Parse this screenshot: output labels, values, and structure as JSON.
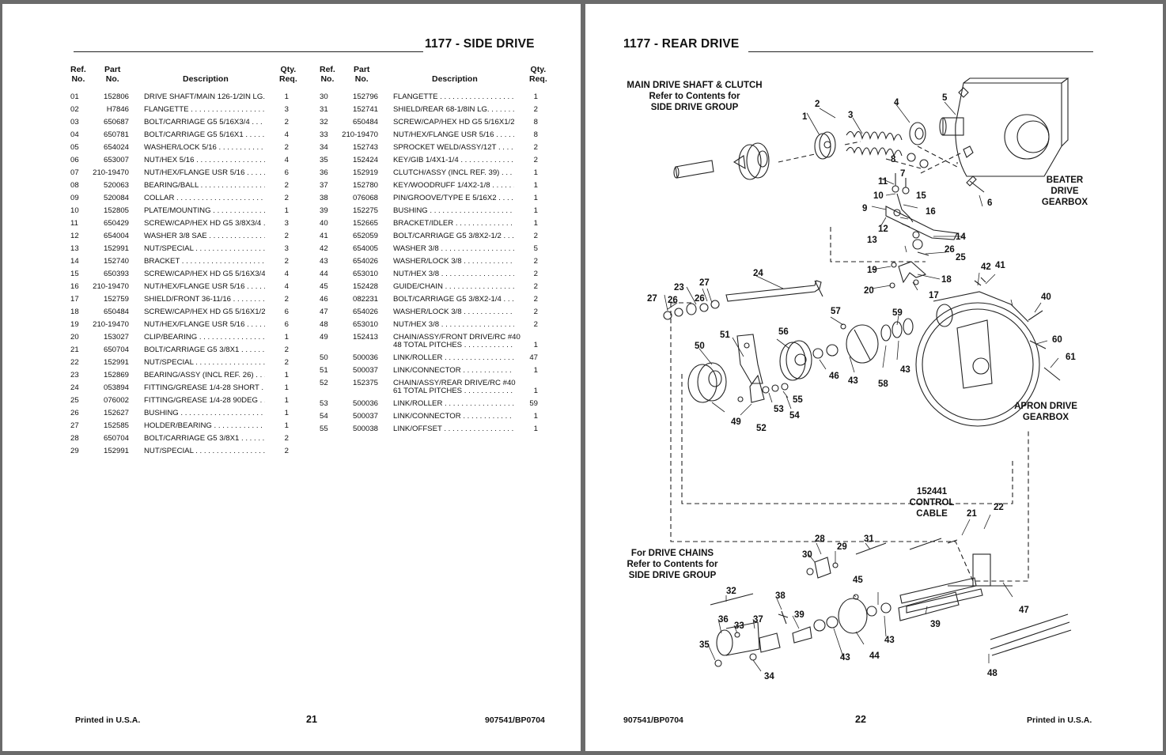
{
  "left_page": {
    "title": "1177 - SIDE DRIVE",
    "headers": {
      "ref": "Ref.\nNo.",
      "part": "Part\nNo.",
      "desc": "Description",
      "qty": "Qty.\nReq."
    },
    "col1": [
      [
        "01",
        "152806",
        "DRIVE SHAFT/MAIN 126-1/2IN LG.",
        "1"
      ],
      [
        "02",
        "H7846",
        "FLANGETTE",
        "3"
      ],
      [
        "03",
        "650687",
        "BOLT/CARRIAGE G5 5/16X3/4",
        "2"
      ],
      [
        "04",
        "650781",
        "BOLT/CARRIAGE G5 5/16X1",
        "4"
      ],
      [
        "05",
        "654024",
        "WASHER/LOCK 5/16",
        "2"
      ],
      [
        "06",
        "653007",
        "NUT/HEX 5/16",
        "4"
      ],
      [
        "07",
        "210-19470",
        "NUT/HEX/FLANGE USR 5/16",
        "6"
      ],
      [
        "08",
        "520063",
        "BEARING/BALL",
        "2"
      ],
      [
        "09",
        "520084",
        "COLLAR",
        "2"
      ],
      [
        "10",
        "152805",
        "PLATE/MOUNTING",
        "1"
      ],
      [
        "11",
        "650429",
        "SCREW/CAP/HEX HD G5 3/8X3/4",
        "3"
      ],
      [
        "12",
        "654004",
        "WASHER 3/8 SAE",
        "2"
      ],
      [
        "13",
        "152991",
        "NUT/SPECIAL",
        "3"
      ],
      [
        "14",
        "152740",
        "BRACKET",
        "2"
      ],
      [
        "15",
        "650393",
        "SCREW/CAP/HEX HD G5 5/16X3/4",
        "4"
      ],
      [
        "16",
        "210-19470",
        "NUT/HEX/FLANGE USR 5/16",
        "4"
      ],
      [
        "17",
        "152759",
        "SHIELD/FRONT 36-11/16",
        "2"
      ],
      [
        "18",
        "650484",
        "SCREW/CAP/HEX HD G5 5/16X1/2",
        "6"
      ],
      [
        "19",
        "210-19470",
        "NUT/HEX/FLANGE USR 5/16",
        "6"
      ],
      [
        "20",
        "153027",
        "CLIP/BEARING",
        "1"
      ],
      [
        "21",
        "650704",
        "BOLT/CARRIAGE G5 3/8X1",
        "2"
      ],
      [
        "22",
        "152991",
        "NUT/SPECIAL",
        "2"
      ],
      [
        "23",
        "152869",
        "BEARING/ASSY (INCL REF. 26)",
        "1"
      ],
      [
        "24",
        "053894",
        "FITTING/GREASE 1/4-28 SHORT",
        "1"
      ],
      [
        "25",
        "076002",
        "FITTING/GREASE 1/4-28 90DEG",
        "1"
      ],
      [
        "26",
        "152627",
        "BUSHING",
        "1"
      ],
      [
        "27",
        "152585",
        "HOLDER/BEARING",
        "1"
      ],
      [
        "28",
        "650704",
        "BOLT/CARRIAGE G5 3/8X1",
        "2"
      ],
      [
        "29",
        "152991",
        "NUT/SPECIAL",
        "2"
      ]
    ],
    "col2": [
      [
        "30",
        "152796",
        "FLANGETTE",
        "1"
      ],
      [
        "31",
        "152741",
        "SHIELD/REAR 68-1/8IN LG.",
        "2"
      ],
      [
        "32",
        "650484",
        "SCREW/CAP/HEX HD G5 5/16X1/2",
        "8"
      ],
      [
        "33",
        "210-19470",
        "NUT/HEX/FLANGE USR 5/16",
        "8"
      ],
      [
        "34",
        "152743",
        "SPROCKET WELD/ASSY/12T",
        "2"
      ],
      [
        "35",
        "152424",
        "KEY/GIB 1/4X1-1/4",
        "2"
      ],
      [
        "36",
        "152919",
        "CLUTCH/ASSY (INCL REF. 39)",
        "1"
      ],
      [
        "37",
        "152780",
        "KEY/WOODRUFF 1/4X2-1/8",
        "1"
      ],
      [
        "38",
        "076068",
        "PIN/GROOVE/TYPE E 5/16X2",
        "1"
      ],
      [
        "39",
        "152275",
        "BUSHING",
        "1"
      ],
      [
        "40",
        "152665",
        "BRACKET/IDLER",
        "1"
      ],
      [
        "41",
        "652059",
        "BOLT/CARRIAGE G5 3/8X2-1/2",
        "2"
      ],
      [
        "42",
        "654005",
        "WASHER 3/8",
        "5"
      ],
      [
        "43",
        "654026",
        "WASHER/LOCK 3/8",
        "2"
      ],
      [
        "44",
        "653010",
        "NUT/HEX 3/8",
        "2"
      ],
      [
        "45",
        "152428",
        "GUIDE/CHAIN",
        "2"
      ],
      [
        "46",
        "082231",
        "BOLT/CARRIAGE G5 3/8X2-1/4",
        "2"
      ],
      [
        "47",
        "654026",
        "WASHER/LOCK 3/8",
        "2"
      ],
      [
        "48",
        "653010",
        "NUT/HEX 3/8",
        "2"
      ],
      [
        "49",
        "152413",
        "CHAIN/ASSY/FRONT DRIVE/RC #40",
        "",
        "48 TOTAL PITCHES",
        "1"
      ],
      [
        "50",
        "500036",
        "LINK/ROLLER",
        "47"
      ],
      [
        "51",
        "500037",
        "LINK/CONNECTOR",
        "1"
      ],
      [
        "52",
        "152375",
        "CHAIN/ASSY/REAR DRIVE/RC #40",
        "",
        "61 TOTAL PITCHES",
        "1"
      ],
      [
        "53",
        "500036",
        "LINK/ROLLER",
        "59"
      ],
      [
        "54",
        "500037",
        "LINK/CONNECTOR",
        "1"
      ],
      [
        "55",
        "500038",
        "LINK/OFFSET",
        "1"
      ]
    ],
    "footer": {
      "left": "Printed in U.S.A.",
      "page": "21",
      "right": "907541/BP0704"
    }
  },
  "right_page": {
    "title": "1177 - REAR DRIVE",
    "notes": {
      "main_drive": [
        "MAIN DRIVE SHAFT & CLUTCH",
        "Refer to Contents for",
        "SIDE DRIVE GROUP"
      ],
      "beater": [
        "BEATER",
        "DRIVE",
        "GEARBOX"
      ],
      "apron": [
        "APRON DRIVE",
        "GEARBOX"
      ],
      "cable": [
        "152441",
        "CONTROL",
        "CABLE"
      ],
      "chains": [
        "For DRIVE CHAINS",
        "Refer to Contents for",
        "SIDE DRIVE GROUP"
      ]
    },
    "callouts": [
      "1",
      "2",
      "3",
      "4",
      "5",
      "6",
      "7",
      "8",
      "9",
      "10",
      "11",
      "12",
      "13",
      "14",
      "15",
      "16",
      "17",
      "18",
      "19",
      "20",
      "21",
      "22",
      "23",
      "24",
      "25",
      "26",
      "27",
      "28",
      "29",
      "30",
      "31",
      "32",
      "33",
      "34",
      "35",
      "36",
      "37",
      "38",
      "39",
      "40",
      "41",
      "42",
      "43",
      "44",
      "45",
      "46",
      "47",
      "48",
      "49",
      "50",
      "51",
      "52",
      "53",
      "54",
      "55",
      "56",
      "57",
      "58",
      "59",
      "60",
      "61"
    ],
    "footer": {
      "left": "907541/BP0704",
      "page": "22",
      "right": "Printed in U.S.A."
    }
  }
}
